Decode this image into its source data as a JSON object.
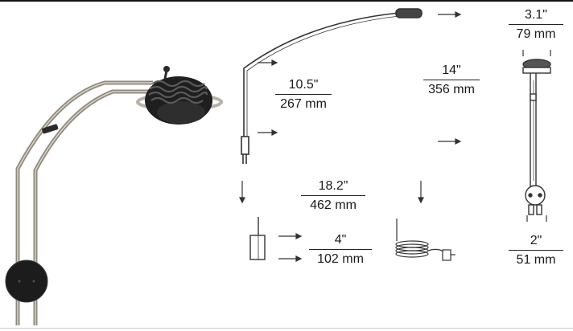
{
  "dimensions": {
    "arm_reach": {
      "imperial": "10.5\"",
      "metric": "267 mm"
    },
    "height": {
      "imperial": "14\"",
      "metric": "356 mm"
    },
    "overall_width": {
      "imperial": "18.2\"",
      "metric": "462 mm"
    },
    "head_width": {
      "imperial": "3.1\"",
      "metric": "79 mm"
    },
    "base_depth": {
      "imperial": "4\"",
      "metric": "102 mm"
    },
    "base_width": {
      "imperial": "2\"",
      "metric": "51 mm"
    }
  },
  "colors": {
    "line": "#333333",
    "metal": "#9c958c",
    "dark": "#1e1e1e"
  }
}
